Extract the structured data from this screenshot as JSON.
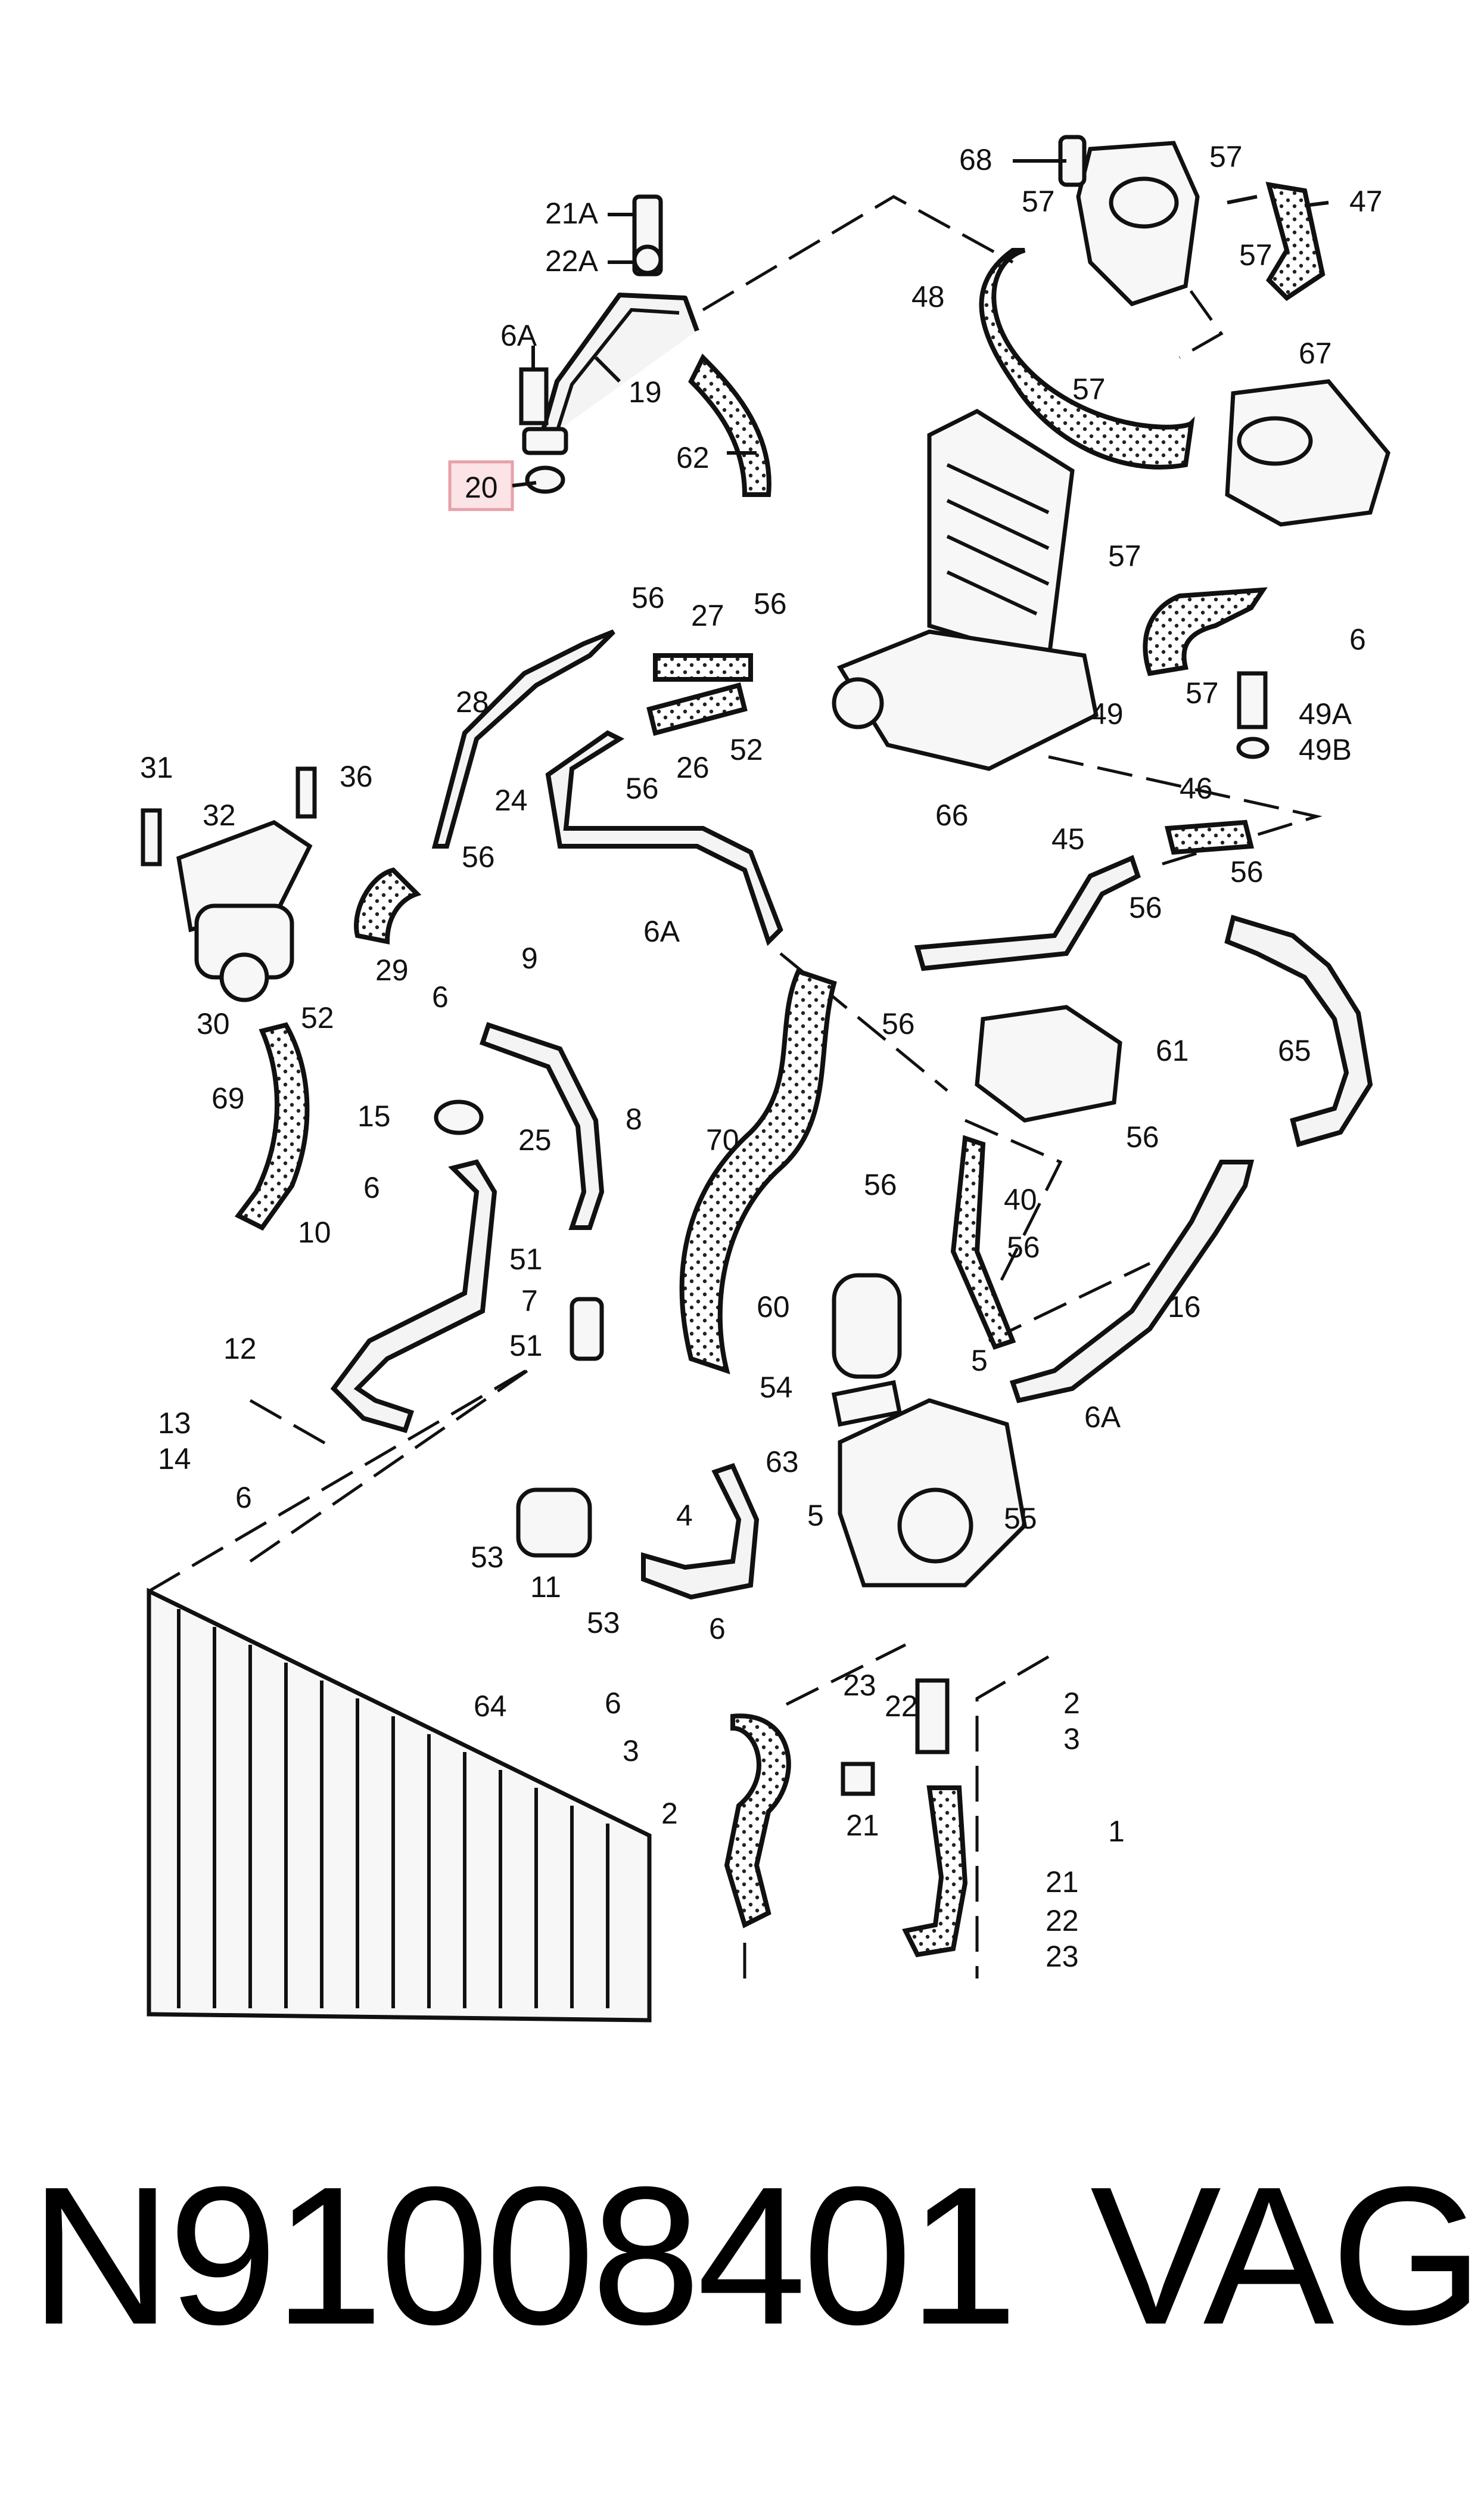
{
  "diagram": {
    "highlight_color": "#e8a0a8",
    "labels": [
      {
        "id": "l-21a-top",
        "text": "21A"
      },
      {
        "id": "l-22a-top",
        "text": "22A"
      },
      {
        "id": "l-6a-top",
        "text": "6A"
      },
      {
        "id": "l-19",
        "text": "19"
      },
      {
        "id": "l-62",
        "text": "62"
      },
      {
        "id": "l-20",
        "text": "20"
      },
      {
        "id": "l-68",
        "text": "68"
      },
      {
        "id": "l-57-a",
        "text": "57"
      },
      {
        "id": "l-57-b",
        "text": "57"
      },
      {
        "id": "l-47",
        "text": "47"
      },
      {
        "id": "l-57-c",
        "text": "57"
      },
      {
        "id": "l-48",
        "text": "48"
      },
      {
        "id": "l-67",
        "text": "67"
      },
      {
        "id": "l-57-d",
        "text": "57"
      },
      {
        "id": "l-57-e",
        "text": "57"
      },
      {
        "id": "l-6-right",
        "text": "6"
      },
      {
        "id": "l-57-f",
        "text": "57"
      },
      {
        "id": "l-49a",
        "text": "49A"
      },
      {
        "id": "l-49b",
        "text": "49B"
      },
      {
        "id": "l-49",
        "text": "49"
      },
      {
        "id": "l-56-a",
        "text": "56"
      },
      {
        "id": "l-27",
        "text": "27"
      },
      {
        "id": "l-56-b",
        "text": "56"
      },
      {
        "id": "l-28",
        "text": "28"
      },
      {
        "id": "l-56-c",
        "text": "56"
      },
      {
        "id": "l-26",
        "text": "26"
      },
      {
        "id": "l-52-top",
        "text": "52"
      },
      {
        "id": "l-66",
        "text": "66"
      },
      {
        "id": "l-24",
        "text": "24"
      },
      {
        "id": "l-31",
        "text": "31"
      },
      {
        "id": "l-36",
        "text": "36"
      },
      {
        "id": "l-32",
        "text": "32"
      },
      {
        "id": "l-56-d",
        "text": "56"
      },
      {
        "id": "l-6a-mid",
        "text": "6A"
      },
      {
        "id": "l-46",
        "text": "46"
      },
      {
        "id": "l-45",
        "text": "45"
      },
      {
        "id": "l-56-e",
        "text": "56"
      },
      {
        "id": "l-56-f",
        "text": "56"
      },
      {
        "id": "l-29",
        "text": "29"
      },
      {
        "id": "l-30",
        "text": "30"
      },
      {
        "id": "l-52-mid",
        "text": "52"
      },
      {
        "id": "l-6-a",
        "text": "6"
      },
      {
        "id": "l-9",
        "text": "9"
      },
      {
        "id": "l-56-g",
        "text": "56"
      },
      {
        "id": "l-61",
        "text": "61"
      },
      {
        "id": "l-65",
        "text": "65"
      },
      {
        "id": "l-69",
        "text": "69"
      },
      {
        "id": "l-15",
        "text": "15"
      },
      {
        "id": "l-8",
        "text": "8"
      },
      {
        "id": "l-25",
        "text": "25"
      },
      {
        "id": "l-70",
        "text": "70"
      },
      {
        "id": "l-56-h",
        "text": "56"
      },
      {
        "id": "l-6-b",
        "text": "6"
      },
      {
        "id": "l-56-i",
        "text": "56"
      },
      {
        "id": "l-40",
        "text": "40"
      },
      {
        "id": "l-10",
        "text": "10"
      },
      {
        "id": "l-51-a",
        "text": "51"
      },
      {
        "id": "l-7",
        "text": "7"
      },
      {
        "id": "l-56-j",
        "text": "56"
      },
      {
        "id": "l-60",
        "text": "60"
      },
      {
        "id": "l-16",
        "text": "16"
      },
      {
        "id": "l-12",
        "text": "12"
      },
      {
        "id": "l-51-b",
        "text": "51"
      },
      {
        "id": "l-5-a",
        "text": "5"
      },
      {
        "id": "l-54",
        "text": "54"
      },
      {
        "id": "l-6a-low",
        "text": "6A"
      },
      {
        "id": "l-13",
        "text": "13"
      },
      {
        "id": "l-14",
        "text": "14"
      },
      {
        "id": "l-63",
        "text": "63"
      },
      {
        "id": "l-6-c",
        "text": "6"
      },
      {
        "id": "l-53-a",
        "text": "53"
      },
      {
        "id": "l-11",
        "text": "11"
      },
      {
        "id": "l-4",
        "text": "4"
      },
      {
        "id": "l-5-b",
        "text": "5"
      },
      {
        "id": "l-55",
        "text": "55"
      },
      {
        "id": "l-53-b",
        "text": "53"
      },
      {
        "id": "l-6-d",
        "text": "6"
      },
      {
        "id": "l-6-e",
        "text": "6"
      },
      {
        "id": "l-64",
        "text": "64"
      },
      {
        "id": "l-23-a",
        "text": "23"
      },
      {
        "id": "l-22-a",
        "text": "22"
      },
      {
        "id": "l-2-a",
        "text": "2"
      },
      {
        "id": "l-3-a",
        "text": "3"
      },
      {
        "id": "l-3-b",
        "text": "3"
      },
      {
        "id": "l-21-a",
        "text": "21"
      },
      {
        "id": "l-2-b",
        "text": "2"
      },
      {
        "id": "l-1",
        "text": "1"
      },
      {
        "id": "l-21-b",
        "text": "21"
      },
      {
        "id": "l-22-b",
        "text": "22"
      },
      {
        "id": "l-23-b",
        "text": "23"
      }
    ]
  },
  "footer": {
    "part_number": "N91008401",
    "brand": "VAG"
  }
}
